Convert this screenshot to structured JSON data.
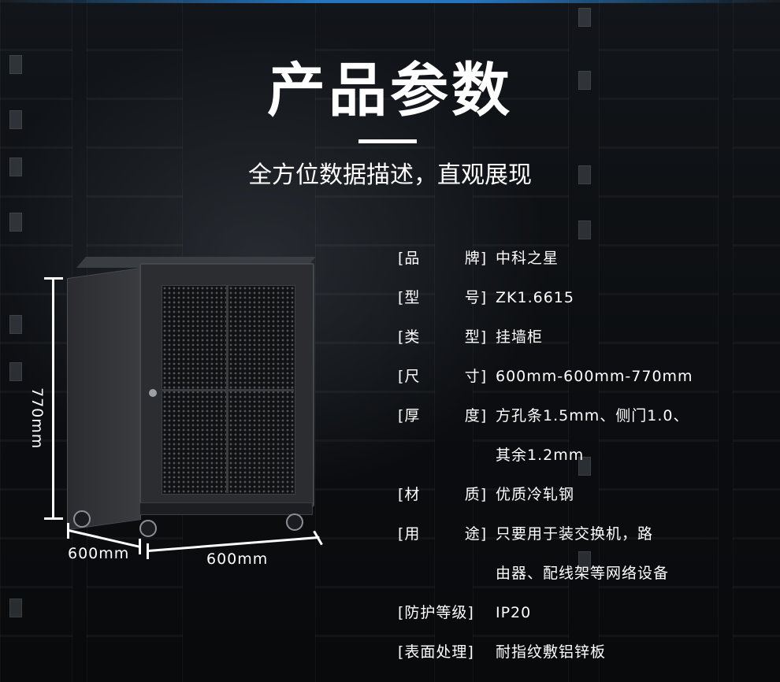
{
  "header": {
    "title": "产品参数",
    "subtitle": "全方位数据描述，直观展现"
  },
  "dimensions": {
    "height": "770mm",
    "depth": "600mm",
    "width": "600mm"
  },
  "specs": [
    {
      "label": "[品        牌]",
      "value": "中科之星"
    },
    {
      "label": "[型        号]",
      "value": "ZK1.6615"
    },
    {
      "label": "[类        型]",
      "value": "挂墙柜"
    },
    {
      "label": "[尺        寸]",
      "value": "600mm-600mm-770mm"
    },
    {
      "label": "[厚        度]",
      "value": "方孔条1.5mm、侧门1.0、",
      "continuation": "其余1.2mm"
    },
    {
      "label": "[材        质]",
      "value": "优质冷轧钢"
    },
    {
      "label": "[用        途]",
      "value": "只要用于装交换机，路",
      "continuation": "由器、配线架等网络设备"
    },
    {
      "label": "[防护等级]",
      "value": "IP20"
    },
    {
      "label": "[表面处理]",
      "value": "耐指纹敷铝锌板"
    }
  ]
}
